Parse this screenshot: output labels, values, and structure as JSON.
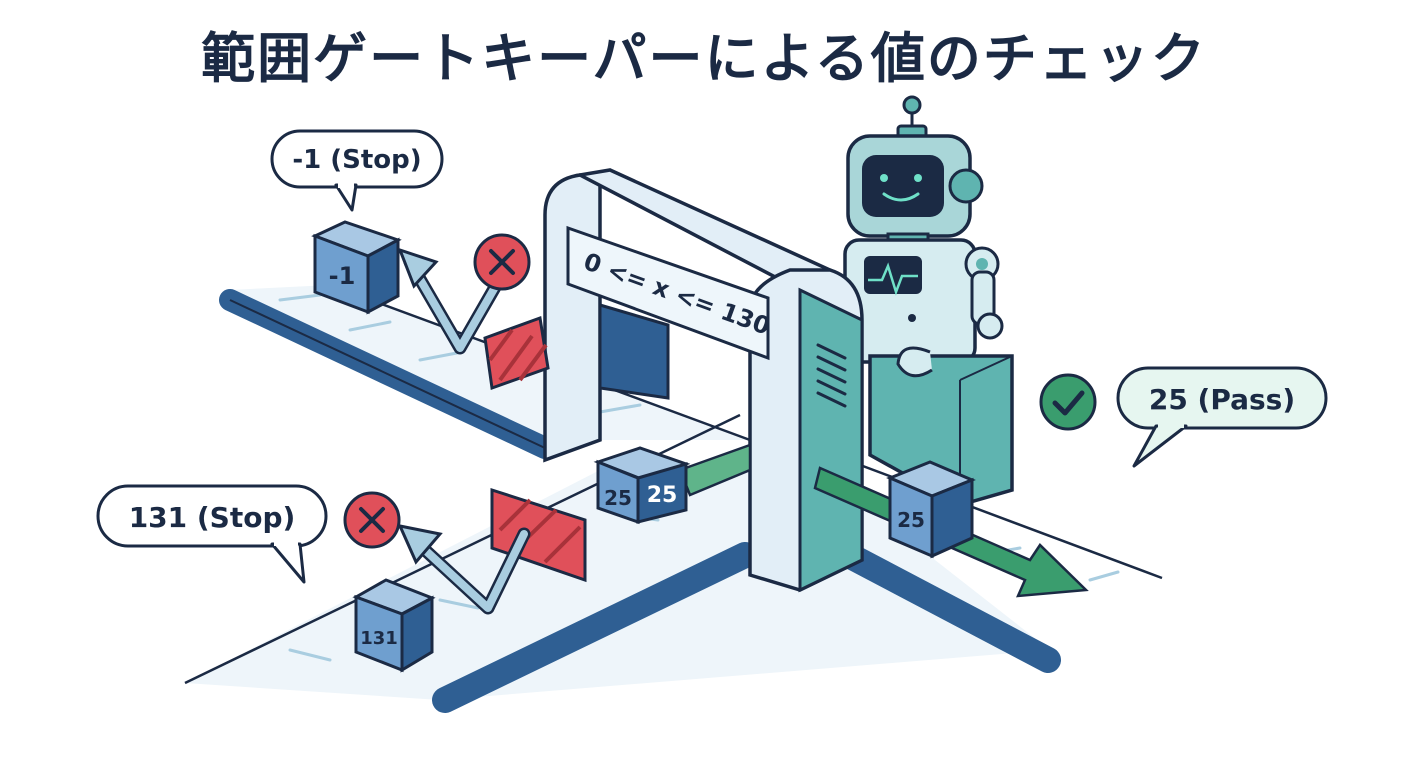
{
  "title": "範囲ゲートキーパーによる値のチェック",
  "gate": {
    "condition": "0 <= x <= 130"
  },
  "boxes": {
    "stop_low": "-1",
    "stop_high": "131",
    "pass_in_a": "25",
    "pass_in_b": "25",
    "pass_out": "25"
  },
  "bubbles": {
    "stop_low": "-1 (Stop)",
    "stop_high": "131 (Stop)",
    "pass": "25 (Pass)"
  },
  "colors": {
    "outline": "#1b2a44",
    "belt": "#2f5f93",
    "box": "#6f9fcf",
    "box_top": "#a9c8e4",
    "gate": "#e2eef7",
    "teal": "#5fb4b0",
    "green": "#3a9d6e",
    "red": "#e0505a"
  }
}
